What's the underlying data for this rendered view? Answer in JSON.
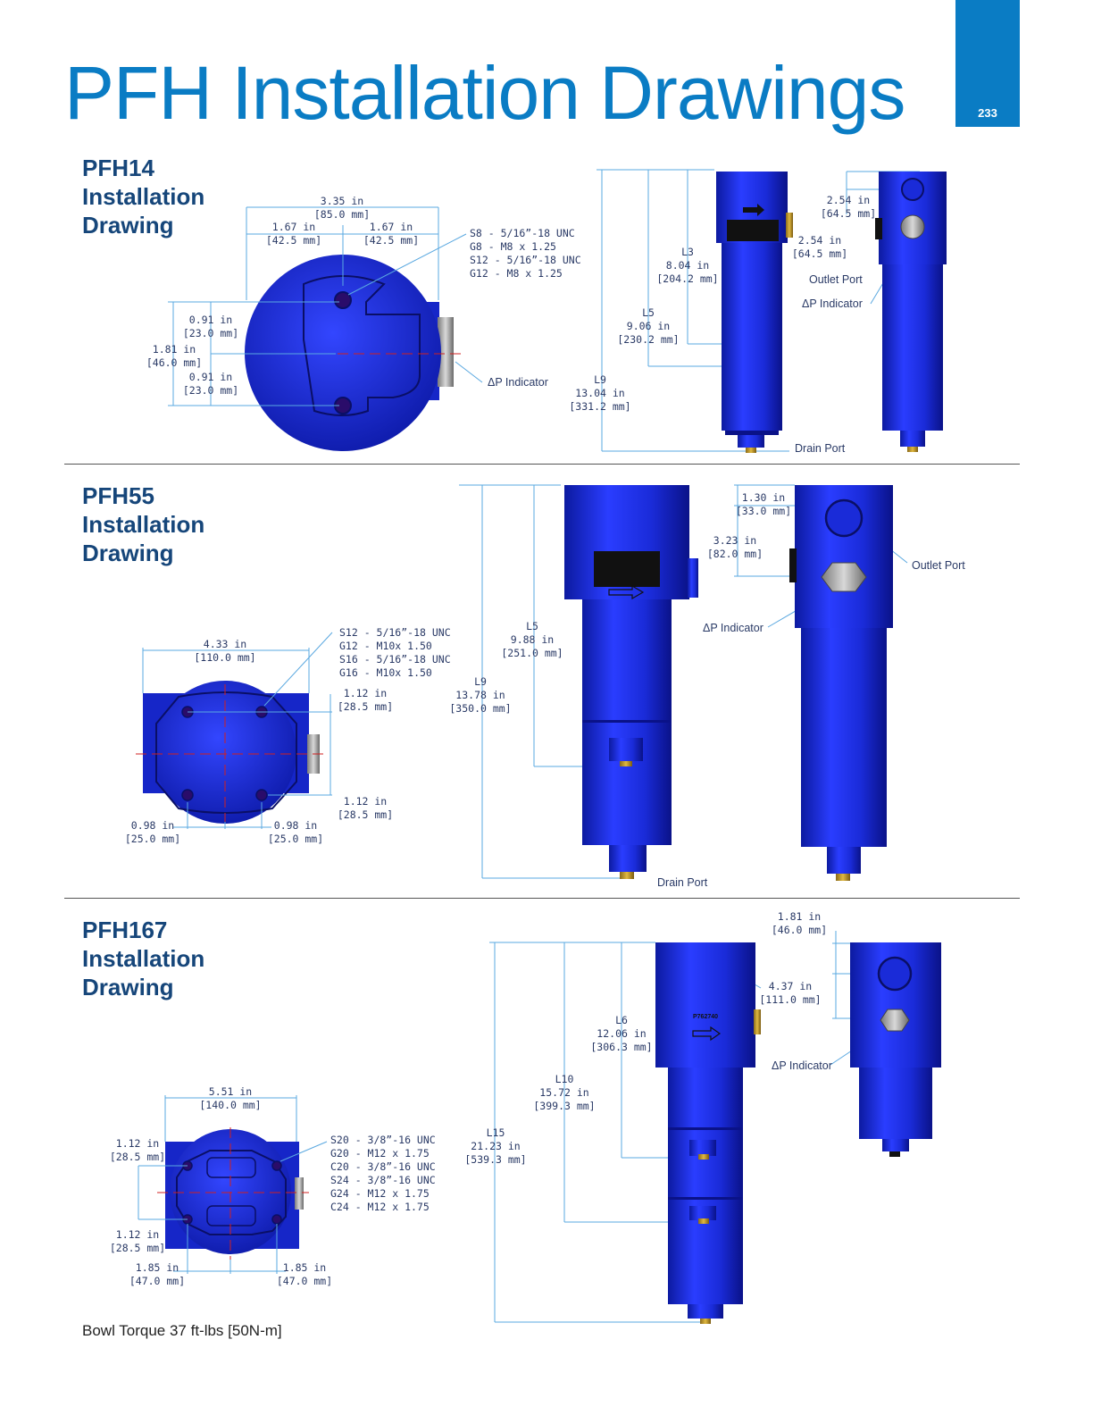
{
  "page": {
    "title": "PFH Installation Drawings",
    "number": "233",
    "accent": "#0a7cc4"
  },
  "sections": [
    {
      "title": [
        "PFH14",
        "Installation",
        "Drawing"
      ],
      "top_dims": {
        "overall": [
          "3.35 in",
          "[85.0 mm]"
        ],
        "left": [
          "1.67 in",
          "[42.5 mm]"
        ],
        "right": [
          "1.67 in",
          "[42.5 mm]"
        ]
      },
      "thread_specs": [
        "S8 - 5/16”-18 UNC",
        "G8 - M8 x 1.25",
        "S12 - 5/16”-18 UNC",
        "G12 - M8 x 1.25"
      ],
      "side_dims": {
        "upper": [
          "0.91 in",
          "[23.0 mm]"
        ],
        "total": [
          "1.81 in",
          "[46.0 mm]"
        ],
        "lower": [
          "0.91 in",
          "[23.0 mm]"
        ]
      },
      "dp_indicator": "ΔP Indicator",
      "lengths": {
        "l3": [
          "L3",
          "8.04 in",
          "[204.2 mm]"
        ],
        "l5": [
          "L5",
          "9.06 in",
          "[230.2 mm]"
        ],
        "l9": [
          "L9",
          "13.04 in",
          "[331.2 mm]"
        ]
      },
      "port_dims": {
        "a": [
          "2.54 in",
          "[64.5 mm]"
        ],
        "b": [
          "2.54 in",
          "[64.5 mm]"
        ]
      },
      "outlet_port": "Outlet Port",
      "dp_indicator_side": "ΔP Indicator",
      "drain_port": "Drain Port"
    },
    {
      "title": [
        "PFH55",
        "Installation",
        "Drawing"
      ],
      "top_dims": {
        "overall": [
          "4.33 in",
          "[110.0 mm]"
        ]
      },
      "thread_specs": [
        "S12 - 5/16”-18 UNC",
        "G12 - M10x 1.50",
        "S16 - 5/16”-18 UNC",
        "G16 - M10x 1.50"
      ],
      "side_dims": {
        "upper": [
          "1.12 in",
          "[28.5 mm]"
        ],
        "lower": [
          "1.12 in",
          "[28.5 mm]"
        ]
      },
      "bottom_dims": {
        "left": [
          "0.98 in",
          "[25.0 mm]"
        ],
        "right": [
          "0.98 in",
          "[25.0 mm]"
        ]
      },
      "lengths": {
        "l5": [
          "L5",
          "9.88 in",
          "[251.0 mm]"
        ],
        "l9": [
          "L9",
          "13.78 in",
          "[350.0 mm]"
        ]
      },
      "port_dims": {
        "a": [
          "1.30 in",
          "[33.0 mm]"
        ],
        "b": [
          "3.23 in",
          "[82.0 mm]"
        ]
      },
      "outlet_port": "Outlet Port",
      "dp_indicator": "ΔP Indicator",
      "drain_port": "Drain Port"
    },
    {
      "title": [
        "PFH167",
        "Installation",
        "Drawing"
      ],
      "top_dims": {
        "overall": [
          "5.51 in",
          "[140.0 mm]"
        ]
      },
      "side_dims": {
        "upper": [
          "1.12 in",
          "[28.5 mm]"
        ],
        "lower": [
          "1.12 in",
          "[28.5 mm]"
        ]
      },
      "bottom_dims": {
        "left": [
          "1.85 in",
          "[47.0 mm]"
        ],
        "right": [
          "1.85 in",
          "[47.0 mm]"
        ]
      },
      "thread_specs": [
        "S20 - 3/8”-16 UNC",
        "G20 - M12 x 1.75",
        "C20 - 3/8”-16 UNC",
        "S24 - 3/8”-16 UNC",
        "G24 - M12 x 1.75",
        "C24 - M12 x 1.75"
      ],
      "lengths": {
        "l6": [
          "L6",
          "12.06 in",
          "[306.3 mm]"
        ],
        "l10": [
          "L10",
          "15.72 in",
          "[399.3 mm]"
        ],
        "l15": [
          "L15",
          "21.23 in",
          "[539.3 mm]"
        ]
      },
      "port_dims": {
        "a": [
          "1.81 in",
          "[46.0 mm]"
        ],
        "b": [
          "4.37 in",
          "[111.0 mm]"
        ]
      },
      "dp_indicator": "ΔP Indicator",
      "part_label": "P762740"
    }
  ],
  "footer": "Bowl Torque 37 ft-lbs [50N-m]"
}
